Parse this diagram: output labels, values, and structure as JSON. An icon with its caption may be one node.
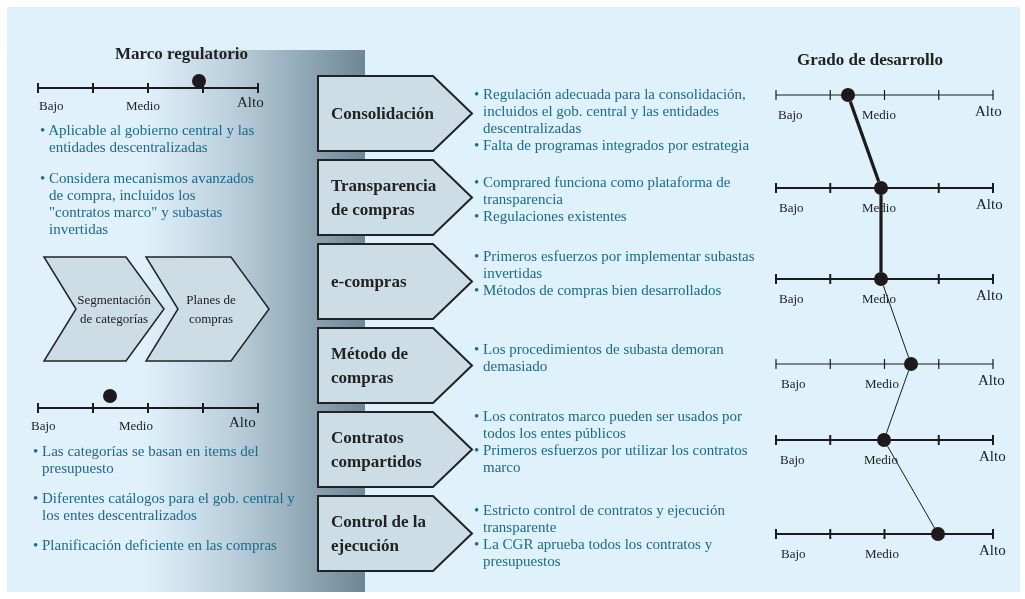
{
  "diagram": {
    "nodes": [
      {
        "text": [
          "Consolidación"
        ],
        "beside": [
          "• Regulación adecuada para la consolidación, incluidos el gob. central y las entidades descentralizadas",
          "• Falta de programas integrados por estrategia"
        ]
      },
      {
        "text": [
          "Transparencia de compras"
        ],
        "beside": [
          "• Comprared funciona como plataforma de transparencia",
          "• Regulaciones existentes"
        ]
      },
      {
        "text": [
          "e-compras"
        ],
        "beside": [
          "• Primeros esfuerzos por implementar subastas invertidas",
          "• Métodos de compras bien desarrollados"
        ]
      },
      {
        "text": [
          "Método de compras"
        ],
        "beside": [
          "• Los procedimientos de subasta demoran demasiado"
        ]
      },
      {
        "text": [
          "Contratos compartidos"
        ],
        "beside": [
          "• Los contratos marco pueden ser usados por todos los entes públicos",
          "• Primeros esfuerzos por utilizar los contratos marco"
        ]
      },
      {
        "text": [
          "Control de la ejecución"
        ],
        "beside": [
          "• Estricto control de contratos y ejecución transparente",
          "• La CGR aprueba todos los contratos y presupuestos"
        ]
      },
      {
        "text": [
          "Segmentación de categorías"
        ]
      },
      {
        "text": [
          "Planes de compras"
        ]
      },
      {
        "text": [],
        "shape": "circle"
      },
      {
        "text": [],
        "shape": "circle"
      },
      {
        "text": [],
        "shape": "circle"
      },
      {
        "text": [],
        "shape": "circle"
      },
      {
        "text": [],
        "shape": "circle"
      },
      {
        "text": [],
        "shape": "circle"
      }
    ],
    "edges": [
      {
        "from": 8,
        "to": 9,
        "arrow": "none",
        "style": "thick"
      },
      {
        "from": 9,
        "to": 10,
        "arrow": "none",
        "style": "thick"
      },
      {
        "from": 10,
        "to": 11,
        "arrow": "none"
      },
      {
        "from": 11,
        "to": 12,
        "arrow": "none"
      },
      {
        "from": 12,
        "to": 13,
        "arrow": "none"
      }
    ],
    "labels": [
      "Marco regulatorio",
      "Bajo",
      "Medio",
      "Alto",
      "• Aplicable al gobierno central y las entidades descentralizadas",
      "• Considera mecanismos avanzados de compra, incluidos los \"contratos marco\" y subastas invertidas",
      "Bajo",
      "Medio",
      "Alto",
      "• Las categorías se basan en items del presupuesto",
      "• Diferentes catálogos para el gob. central y los entes descentralizados",
      "• Planificación deficiente en las compras",
      "Grado de desarrollo",
      "Bajo",
      "Medio",
      "Alto",
      "Bajo",
      "Medio",
      "Alto",
      "Bajo",
      "Medio",
      "Alto",
      "Bajo",
      "Medio",
      "Alto",
      "Bajo",
      "Medio",
      "Alto",
      "Bajo",
      "Medio",
      "Alto"
    ]
  }
}
